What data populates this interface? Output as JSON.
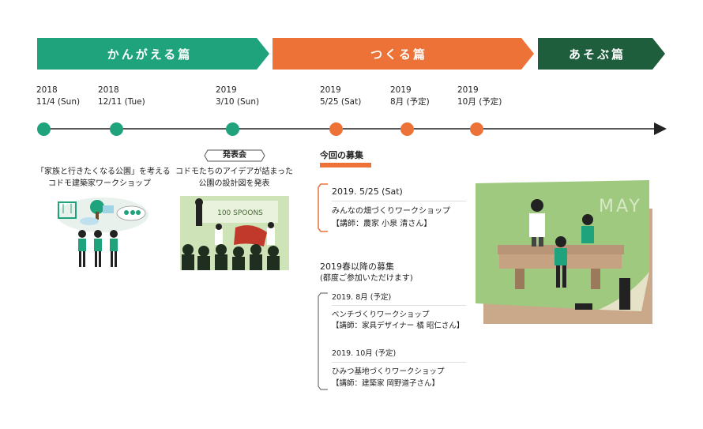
{
  "colors": {
    "green": "#1fa37c",
    "orange": "#ec7238",
    "darkgreen": "#1e5e3c",
    "line": "#222222",
    "paper": "#9fc97e"
  },
  "phases": [
    {
      "label": "かんがえる篇",
      "color": "#1fa37c"
    },
    {
      "label": "つくる篇",
      "color": "#ec7238"
    },
    {
      "label": "あそぶ篇",
      "color": "#1e5e3c"
    }
  ],
  "timeline": [
    {
      "year": "2018",
      "date": "11/4 (Sun)",
      "color": "#1fa37c"
    },
    {
      "year": "2018",
      "date": "12/11 (Tue)",
      "color": "#1fa37c"
    },
    {
      "year": "2019",
      "date": "3/10 (Sun)",
      "color": "#1fa37c"
    },
    {
      "year": "2019",
      "date": "5/25 (Sat)",
      "color": "#ec7238"
    },
    {
      "year": "2019",
      "date": "8月 (予定)",
      "color": "#ec7238"
    },
    {
      "year": "2019",
      "date": "10月 (予定)",
      "color": "#ec7238"
    }
  ],
  "events": {
    "workshop1": {
      "line1": "「家族と行きたくなる公園」を考える",
      "line2": "コドモ建築家ワークショップ"
    },
    "presentation": {
      "badge": "発表会",
      "line1": "コドモたちのアイデアが詰まった",
      "line2": "公園の設計図を発表",
      "slide_text": "100 SPOONS"
    }
  },
  "current": {
    "heading": "今回の募集",
    "date": "2019. 5/25 (Sat)",
    "title": "みんなの畑づくりワークショップ",
    "lecturer": "【講師：農家 小泉 清さん】"
  },
  "spring": {
    "heading": "2019春以降の募集",
    "note": "(都度ご参加いただけます)",
    "items": [
      {
        "date": "2019. 8月 (予定)",
        "title": "ベンチづくりワークショップ",
        "lecturer": "【講師：家具デザイナー 橘 昭仁さん】"
      },
      {
        "date": "2019. 10月 (予定)",
        "title": "ひみつ基地づくりワークショップ",
        "lecturer": "【講師：建築家 岡野道子さん】"
      }
    ]
  },
  "calendar": {
    "month": "MAY"
  }
}
